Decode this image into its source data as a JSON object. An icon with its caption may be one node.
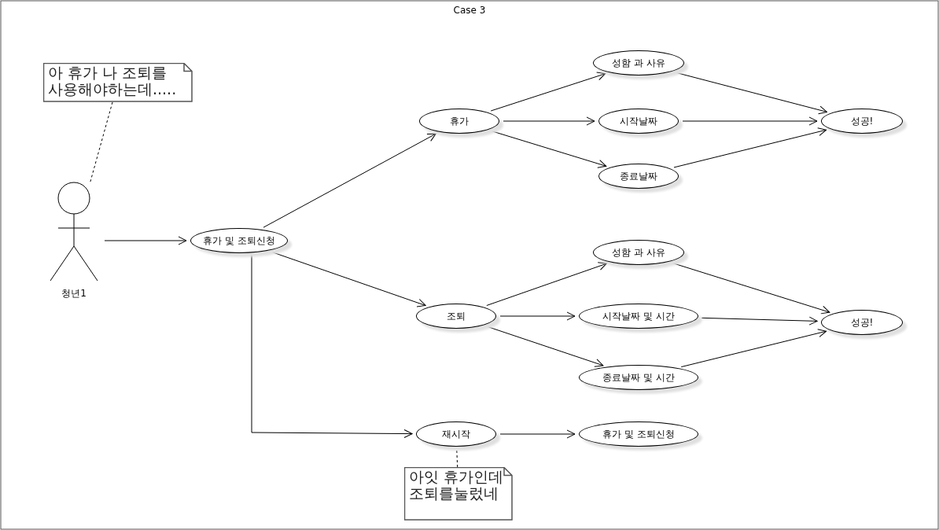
{
  "diagram": {
    "title": "Case 3",
    "nodes": [
      {
        "text": [
          "아 휴가 나 조퇴를 사용해야하는데....."
        ]
      },
      {
        "text": [
          "청년1"
        ]
      },
      {
        "text": [
          "휴가 및 조퇴신청"
        ]
      },
      {
        "text": [
          "휴가"
        ]
      },
      {
        "text": [
          "성함 과 사유"
        ]
      },
      {
        "text": [
          "시작날짜"
        ]
      },
      {
        "text": [
          "종료날짜"
        ]
      },
      {
        "text": [
          "성공!"
        ]
      },
      {
        "text": [
          "조퇴"
        ]
      },
      {
        "text": [
          "성함 과 사유"
        ]
      },
      {
        "text": [
          "시작날짜 및 시간"
        ]
      },
      {
        "text": [
          "종료날짜 및 시간"
        ]
      },
      {
        "text": [
          "성공!"
        ]
      },
      {
        "text": [
          "재시작"
        ]
      },
      {
        "text": [
          "휴가 및 조퇴신청"
        ]
      },
      {
        "text": [
          "아잇 휴가인데 조퇴를눌렀네"
        ]
      }
    ],
    "edges": [
      {
        "from": 0,
        "to": 1,
        "arrow": "none",
        "style": "dashed"
      },
      {
        "from": 1,
        "to": 2,
        "arrow": "to"
      },
      {
        "from": 2,
        "to": 3,
        "arrow": "to"
      },
      {
        "from": 2,
        "to": 8,
        "arrow": "to"
      },
      {
        "from": 2,
        "to": 13,
        "arrow": "to"
      },
      {
        "from": 3,
        "to": 4,
        "arrow": "to"
      },
      {
        "from": 3,
        "to": 5,
        "arrow": "to"
      },
      {
        "from": 3,
        "to": 6,
        "arrow": "to"
      },
      {
        "from": 4,
        "to": 7,
        "arrow": "to"
      },
      {
        "from": 5,
        "to": 7,
        "arrow": "to"
      },
      {
        "from": 6,
        "to": 7,
        "arrow": "to"
      },
      {
        "from": 8,
        "to": 9,
        "arrow": "to"
      },
      {
        "from": 8,
        "to": 10,
        "arrow": "to"
      },
      {
        "from": 8,
        "to": 11,
        "arrow": "to"
      },
      {
        "from": 9,
        "to": 12,
        "arrow": "to"
      },
      {
        "from": 10,
        "to": 12,
        "arrow": "to"
      },
      {
        "from": 11,
        "to": 12,
        "arrow": "to"
      },
      {
        "from": 13,
        "to": 14,
        "arrow": "to"
      },
      {
        "from": 15,
        "to": 13,
        "arrow": "none",
        "style": "dashed"
      }
    ]
  }
}
